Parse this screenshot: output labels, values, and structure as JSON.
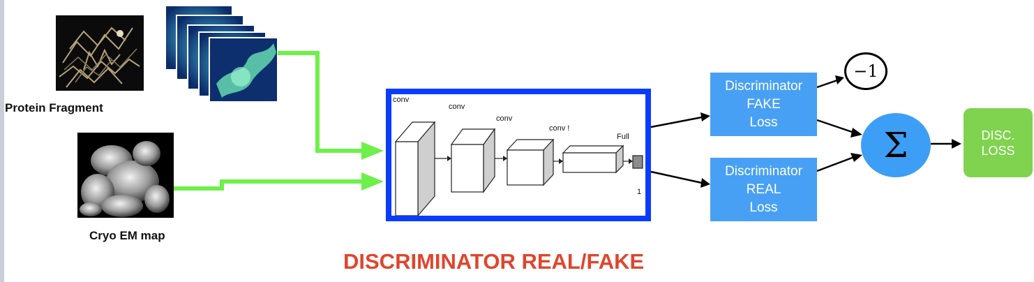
{
  "inputs": {
    "protein_label": "Protein Fragment",
    "cryo_label": "Cryo EM map"
  },
  "network": {
    "layer_labels": [
      "conv",
      "conv",
      "conv",
      "conv !",
      "Full"
    ],
    "output_tick": "1"
  },
  "losses": {
    "fake_box": [
      "Discriminator",
      "FAKE",
      "Loss"
    ],
    "real_box": [
      "Discriminator",
      "REAL",
      "Loss"
    ],
    "neg_one": "−1",
    "sum_symbol": "Σ",
    "disc_loss": [
      "DISC.",
      "LOSS"
    ]
  },
  "title": "DISCRIMINATOR REAL/FAKE",
  "colors": {
    "arrow_green": "#6ef04a",
    "frame_blue": "#0a3cff",
    "box_blue": "#48a0f4",
    "sigma_blue": "#3d9ef5",
    "disc_green": "#7fd34e",
    "title_red": "#e0452d"
  },
  "icons": [
    "protein-fragment-image",
    "voxel-stack-image",
    "cryo-em-map-image",
    "sum-icon"
  ]
}
